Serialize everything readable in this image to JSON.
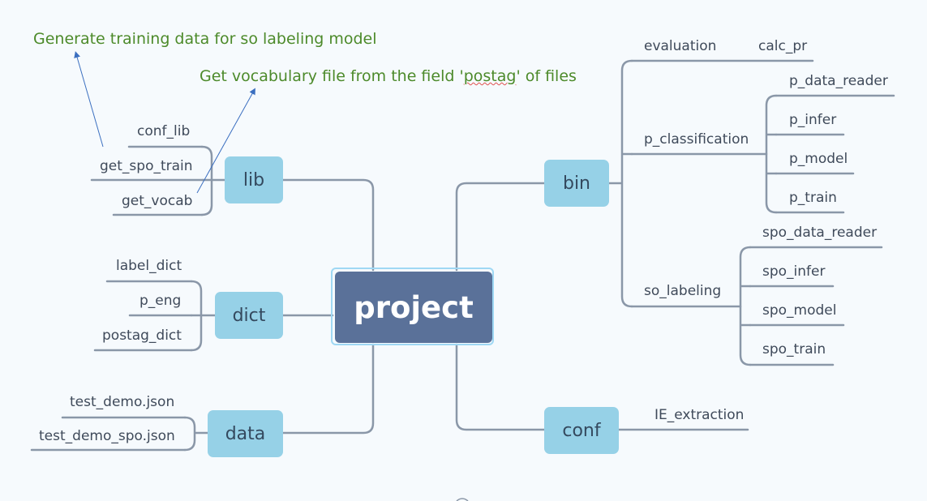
{
  "central": "project",
  "topics": {
    "lib": "lib",
    "dict": "dict",
    "data": "data",
    "bin": "bin",
    "conf": "conf"
  },
  "lib_items": [
    "conf_lib",
    "get_spo_train",
    "get_vocab"
  ],
  "dict_items": [
    "label_dict",
    "p_eng",
    "postag_dict"
  ],
  "data_items": [
    "test_demo.json",
    "test_demo_spo.json"
  ],
  "bin": {
    "evaluation": "evaluation",
    "evaluation_items": [
      "calc_pr"
    ],
    "p_classification": "p_classification",
    "p_classification_items": [
      "p_data_reader",
      "p_infer",
      "p_model",
      "p_train"
    ],
    "so_labeling": "so_labeling",
    "so_labeling_items": [
      "spo_data_reader",
      "spo_infer",
      "spo_model",
      "spo_train"
    ]
  },
  "conf_items": [
    "IE_extraction"
  ],
  "notes": {
    "spo_train": "Generate training data for so labeling model",
    "vocab_before": "Get vocabulary file from the field '",
    "vocab_word": "postag",
    "vocab_after": "' of files"
  },
  "colors": {
    "background": "#f6fafd",
    "central": "#5a7199",
    "topic": "#96d1e7",
    "line": "#8a97a8",
    "note": "#4c8a2a",
    "arrow": "#3b6fc0"
  }
}
